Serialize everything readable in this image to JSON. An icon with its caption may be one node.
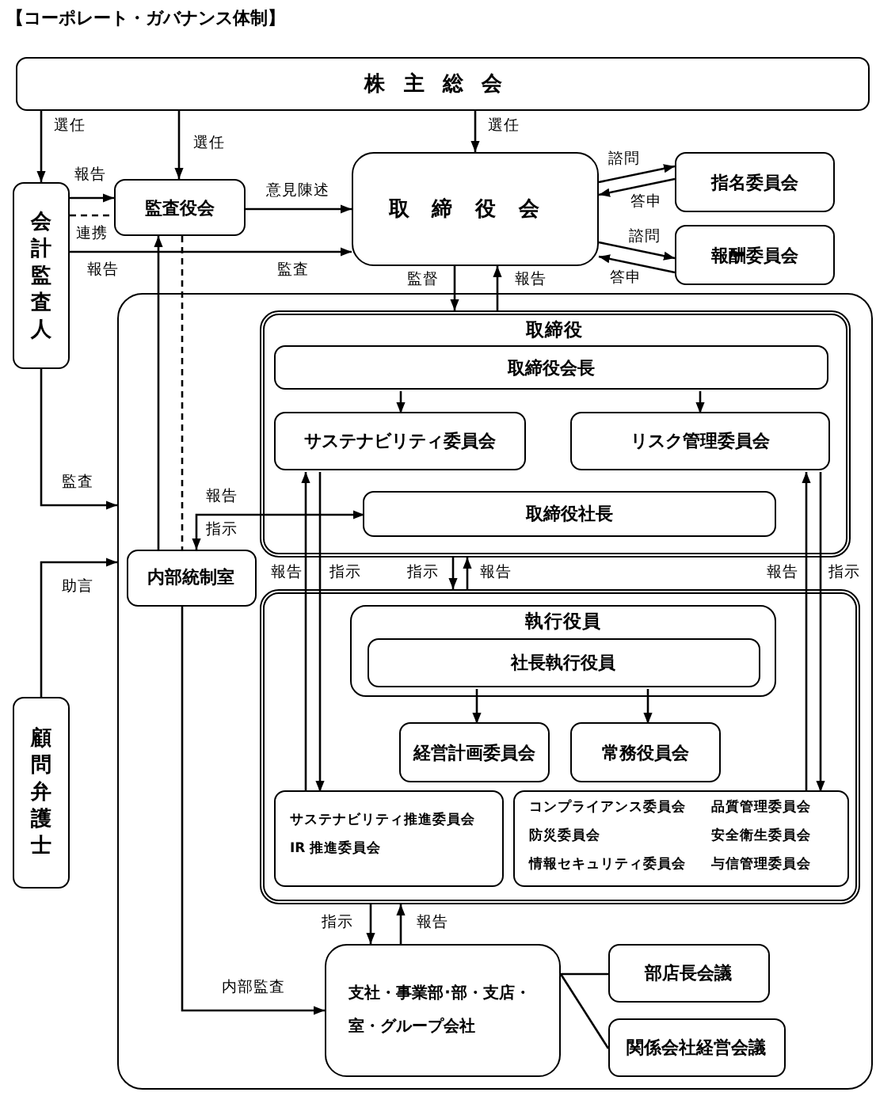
{
  "diagram": {
    "title": "【コーポレート・ガバナンス体制】",
    "nodes": [
      {
        "text": [
          "株主総会"
        ]
      },
      {
        "text": [
          "会計監査人"
        ]
      },
      {
        "text": [
          "監査役会"
        ]
      },
      {
        "text": [
          "取締役会"
        ]
      },
      {
        "text": [
          "指名委員会"
        ]
      },
      {
        "text": [
          "報酬委員会"
        ]
      },
      {
        "text": [],
        "shape": "box"
      },
      {
        "text": [
          "取締役"
        ],
        "in": 6
      },
      {
        "text": [
          "取締役会長"
        ],
        "in": 7
      },
      {
        "text": [
          "サステナビリティ委員会"
        ],
        "in": 7
      },
      {
        "text": [
          "リスク管理委員会"
        ],
        "in": 7
      },
      {
        "text": [
          "取締役社長"
        ],
        "in": 7
      },
      {
        "text": [
          "内部統制室"
        ],
        "in": 6
      },
      {
        "text": [],
        "shape": "box",
        "in": 6
      },
      {
        "text": [
          "執行役員"
        ],
        "in": 13
      },
      {
        "text": [
          "社長執行役員"
        ],
        "in": 14
      },
      {
        "text": [
          "経営計画委員会"
        ],
        "in": 13
      },
      {
        "text": [
          "常務役員会"
        ],
        "in": 13
      },
      {
        "text": [
          "サステナビリティ推進委員会",
          "IR 推進委員会"
        ],
        "in": 13
      },
      {
        "text": [
          "コンプライアンス委員会",
          "品質管理委員会",
          "防災委員会",
          "安全衛生委員会",
          "情報セキュリティ委員会",
          "与信管理委員会"
        ],
        "in": 13
      },
      {
        "text": [
          "支社・事業部･部・支店・室・グループ会社"
        ],
        "in": 6
      },
      {
        "text": [
          "部店長会議"
        ],
        "in": 6
      },
      {
        "text": [
          "関係会社経営会議"
        ],
        "in": 6
      },
      {
        "text": [
          "顧問弁護士"
        ]
      }
    ],
    "edges": [
      {
        "from": 0,
        "to": 1,
        "arrow": "to",
        "label": "選任"
      },
      {
        "from": 0,
        "to": 2,
        "arrow": "to",
        "label": "選任"
      },
      {
        "from": 0,
        "to": 3,
        "arrow": "to",
        "label": "選任"
      },
      {
        "from": 1,
        "to": 2,
        "arrow": "to",
        "label": "報告"
      },
      {
        "from": 1,
        "to": 2,
        "arrow": "none",
        "style": "dashed",
        "label": "連携"
      },
      {
        "from": 2,
        "to": 3,
        "arrow": "to",
        "label": "意見陳述"
      },
      {
        "from": 1,
        "to": 3,
        "arrow": "to",
        "label": "報告"
      },
      {
        "from": 3,
        "to": 4,
        "arrow": "to",
        "label": "諮問"
      },
      {
        "from": 4,
        "to": 3,
        "arrow": "to",
        "label": "答申"
      },
      {
        "from": 3,
        "to": 5,
        "arrow": "to",
        "label": "諮問"
      },
      {
        "from": 5,
        "to": 3,
        "arrow": "to",
        "label": "答申"
      },
      {
        "from": 3,
        "to": 7,
        "arrow": "to",
        "label": "監督"
      },
      {
        "from": 7,
        "to": 3,
        "arrow": "to",
        "label": "報告"
      },
      {
        "from": 8,
        "to": 9,
        "arrow": "to"
      },
      {
        "from": 8,
        "to": 10,
        "arrow": "to"
      },
      {
        "from": 12,
        "to": 2,
        "arrow": "to"
      },
      {
        "from": 2,
        "to": 12,
        "arrow": "none",
        "style": "dashed"
      },
      {
        "from": 1,
        "to": 6,
        "arrow": "to",
        "label": "監査"
      },
      {
        "from": 23,
        "to": 6,
        "arrow": "to",
        "label": "助言"
      },
      {
        "from": 12,
        "to": 11,
        "arrow": "both",
        "label": "報告"
      },
      {
        "from": 18,
        "to": 9,
        "arrow": "to",
        "label": "報告"
      },
      {
        "from": 9,
        "to": 18,
        "arrow": "to",
        "label": "指示"
      },
      {
        "from": 19,
        "to": 10,
        "arrow": "to",
        "label": "報告"
      },
      {
        "from": 10,
        "to": 19,
        "arrow": "to",
        "label": "指示"
      },
      {
        "from": 7,
        "to": 13,
        "arrow": "to",
        "label": "指示"
      },
      {
        "from": 13,
        "to": 7,
        "arrow": "to",
        "label": "報告"
      },
      {
        "from": 15,
        "to": 16,
        "arrow": "to"
      },
      {
        "from": 15,
        "to": 17,
        "arrow": "to"
      },
      {
        "from": 13,
        "to": 20,
        "arrow": "to",
        "label": "指示"
      },
      {
        "from": 20,
        "to": 13,
        "arrow": "to",
        "label": "報告"
      },
      {
        "from": 12,
        "to": 20,
        "arrow": "to",
        "label": "内部監査"
      },
      {
        "from": 20,
        "to": 21,
        "arrow": "none"
      },
      {
        "from": 20,
        "to": 22,
        "arrow": "none"
      }
    ],
    "labels": [
      "監査",
      "指示"
    ]
  }
}
